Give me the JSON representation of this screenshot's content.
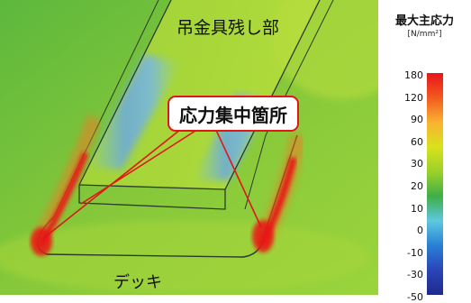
{
  "labels": {
    "top_part": "吊金具残し部",
    "deck": "デッキ",
    "callout": "応力集中箇所"
  },
  "legend": {
    "title": "最大主応力",
    "unit": "[N/mm²]",
    "ticks": [
      "180",
      "120",
      "90",
      "60",
      "30",
      "20",
      "10",
      "0",
      "-10",
      "-30",
      "-50"
    ],
    "gradient_colors": [
      "#e8141c",
      "#f25a1e",
      "#f9b233",
      "#d9e21c",
      "#9ad12a",
      "#3fae48",
      "#5ec8e0",
      "#2a7fd4",
      "#2a45b8",
      "#1e2a8c"
    ]
  },
  "colors": {
    "background": "#7cc23a",
    "stress_high": "#e8141c",
    "stress_low": "#3a7fd0",
    "callout_border": "#e01717"
  }
}
